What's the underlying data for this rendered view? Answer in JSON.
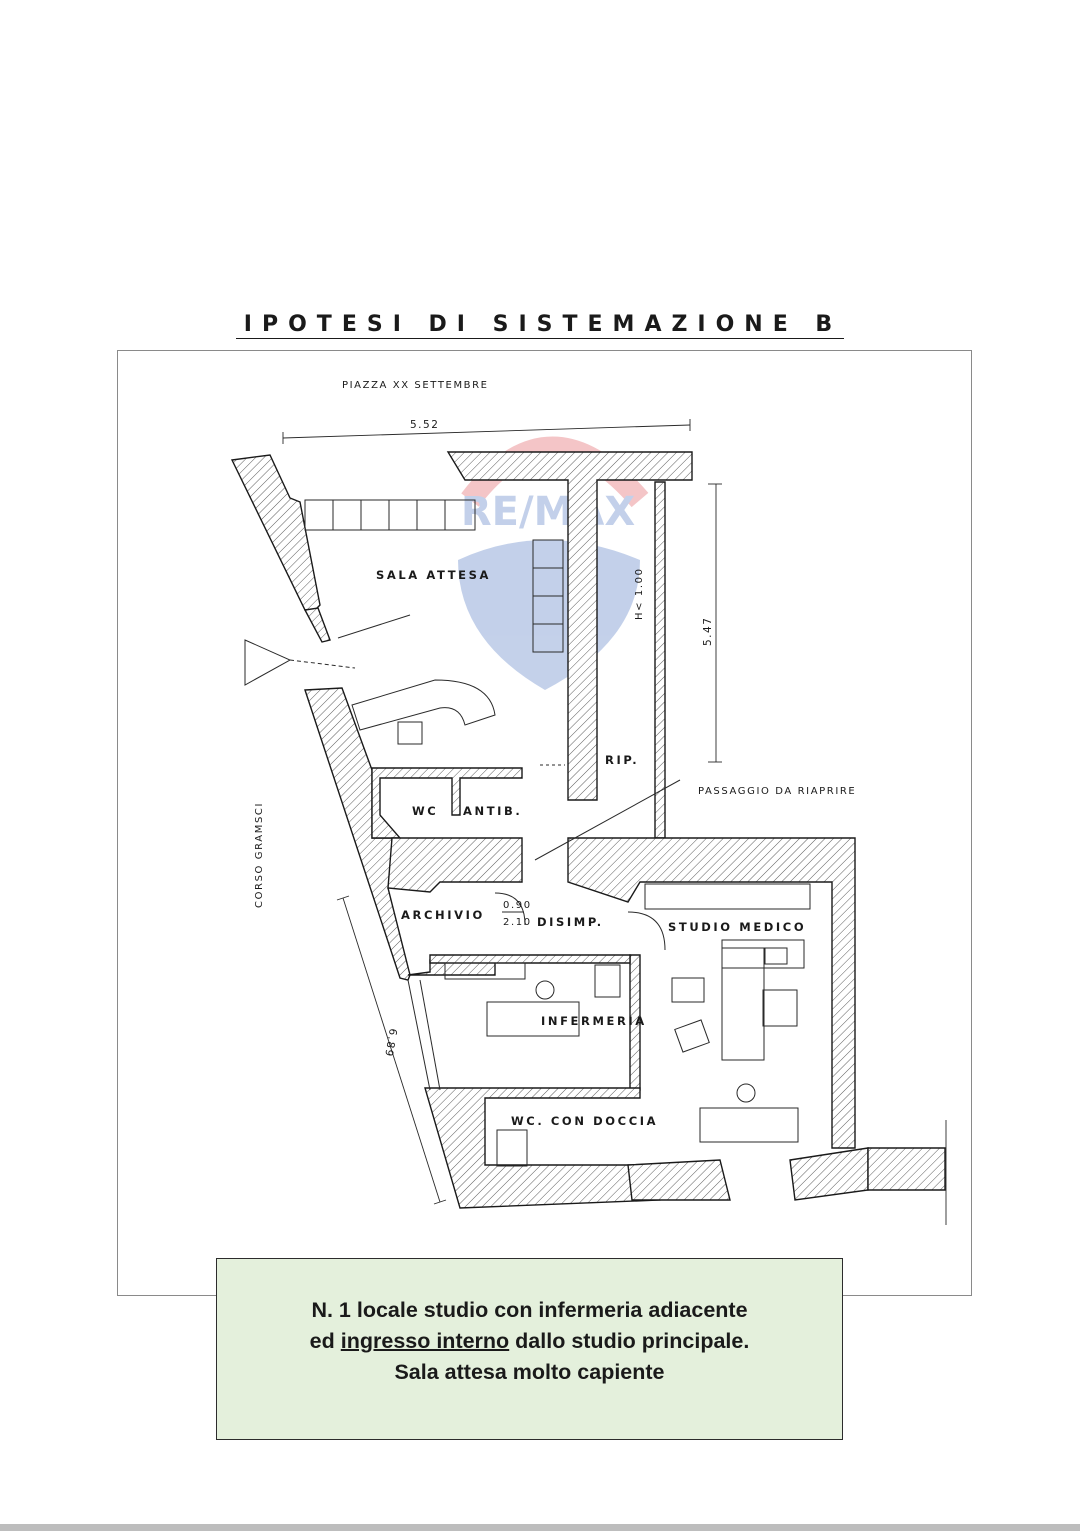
{
  "title": "IPOTESI DI SISTEMAZIONE  B",
  "streets": {
    "top": "PIAZZA XX SETTEMBRE",
    "left": "CORSO GRAMSCI"
  },
  "dimensions": {
    "top_width": "5.52",
    "right_height": "5.47",
    "left_diagonal": "6.89",
    "door_width": "0.90",
    "door_height": "2.10",
    "height_note": "H< 1.00"
  },
  "rooms": {
    "waiting": "SALA ATTESA",
    "wc": "WC",
    "antibagno": "ANTIB.",
    "archive": "ARCHIVIO",
    "hallway": "DISIMP.",
    "storage": "RIP.",
    "studio": "STUDIO MEDICO",
    "infirmary": "INFERMERIA",
    "shower_wc": "WC. CON DOCCIA"
  },
  "annotations": {
    "passage": "PASSAGGIO DA RIAPRIRE"
  },
  "watermark": "RE/MAX",
  "note": {
    "line1": "N. 1 locale studio con infermeria adiacente",
    "line2_prefix": "ed ",
    "line2_underlined": "ingresso interno",
    "line2_suffix": " dallo studio principale.",
    "line3": "Sala attesa molto capiente"
  }
}
